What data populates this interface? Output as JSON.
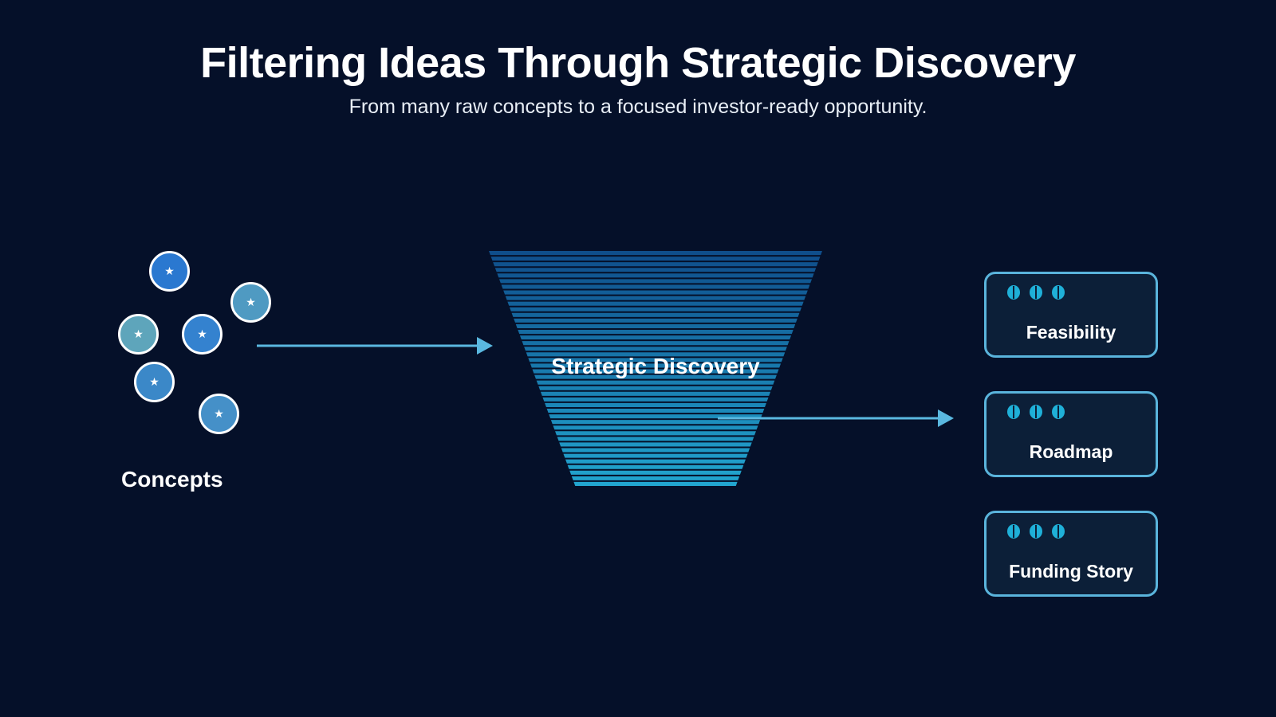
{
  "header": {
    "title": "Filtering Ideas Through Strategic Discovery",
    "subtitle": "From many raw concepts to a focused investor-ready opportunity."
  },
  "concepts": {
    "label": "Concepts",
    "icon": "star-icon",
    "glyph": "★",
    "colors": [
      "#2a78d0",
      "#4f9ac2",
      "#5ea5bb",
      "#3482cf",
      "#3b88c8",
      "#4590c8"
    ]
  },
  "funnel": {
    "label": "Strategic Discovery",
    "top_color": "#0f4d8a",
    "bottom_color": "#22a6d0"
  },
  "outputs": [
    {
      "label": "Feasibility",
      "icon": "brain-icon"
    },
    {
      "label": "Roadmap",
      "icon": "brain-icon"
    },
    {
      "label": "Funding Story",
      "icon": "brain-icon"
    }
  ],
  "colors": {
    "background": "#051029",
    "arrow": "#5ab8e0",
    "box_border": "#5ab4dc"
  }
}
